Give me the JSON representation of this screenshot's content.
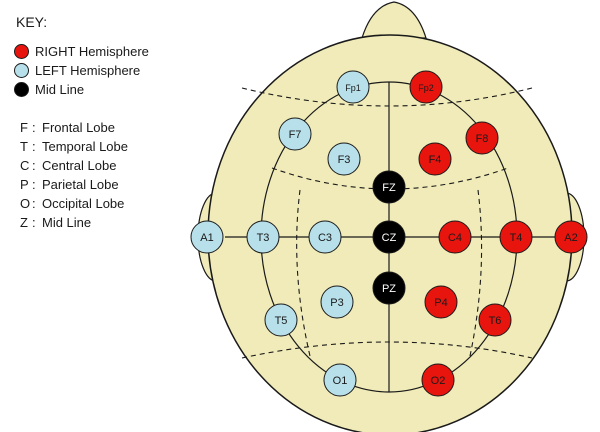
{
  "key": {
    "title": "KEY:",
    "legend": [
      {
        "label": "RIGHT Hemisphere",
        "color": "#e8150f"
      },
      {
        "label": "LEFT Hemisphere",
        "color": "#b7e0ea"
      },
      {
        "label": "Mid Line",
        "color": "#000000"
      }
    ],
    "abbreviations": [
      {
        "letter": "F",
        "name": "Frontal Lobe"
      },
      {
        "letter": "T",
        "name": "Temporal Lobe"
      },
      {
        "letter": "C",
        "name": "Central Lobe"
      },
      {
        "letter": "P",
        "name": "Parietal Lobe"
      },
      {
        "letter": "O",
        "name": "Occipital Lobe"
      },
      {
        "letter": "Z",
        "name": "Mid Line"
      }
    ]
  },
  "colors": {
    "head_fill": "#f0ebb8",
    "outline": "#1a1a1a",
    "right": "#e8150f",
    "left": "#b7e0ea",
    "mid": "#000000"
  },
  "electrodes": [
    {
      "label": "Fp1",
      "group": "left"
    },
    {
      "label": "Fp2",
      "group": "right"
    },
    {
      "label": "F7",
      "group": "left"
    },
    {
      "label": "F8",
      "group": "right"
    },
    {
      "label": "F3",
      "group": "left"
    },
    {
      "label": "F4",
      "group": "right"
    },
    {
      "label": "FZ",
      "group": "mid"
    },
    {
      "label": "A1",
      "group": "left"
    },
    {
      "label": "T3",
      "group": "left"
    },
    {
      "label": "C3",
      "group": "left"
    },
    {
      "label": "CZ",
      "group": "mid"
    },
    {
      "label": "C4",
      "group": "right"
    },
    {
      "label": "T4",
      "group": "right"
    },
    {
      "label": "A2",
      "group": "right"
    },
    {
      "label": "PZ",
      "group": "mid"
    },
    {
      "label": "P3",
      "group": "left"
    },
    {
      "label": "P4",
      "group": "right"
    },
    {
      "label": "T5",
      "group": "left"
    },
    {
      "label": "T6",
      "group": "right"
    },
    {
      "label": "O1",
      "group": "left"
    },
    {
      "label": "O2",
      "group": "right"
    }
  ]
}
